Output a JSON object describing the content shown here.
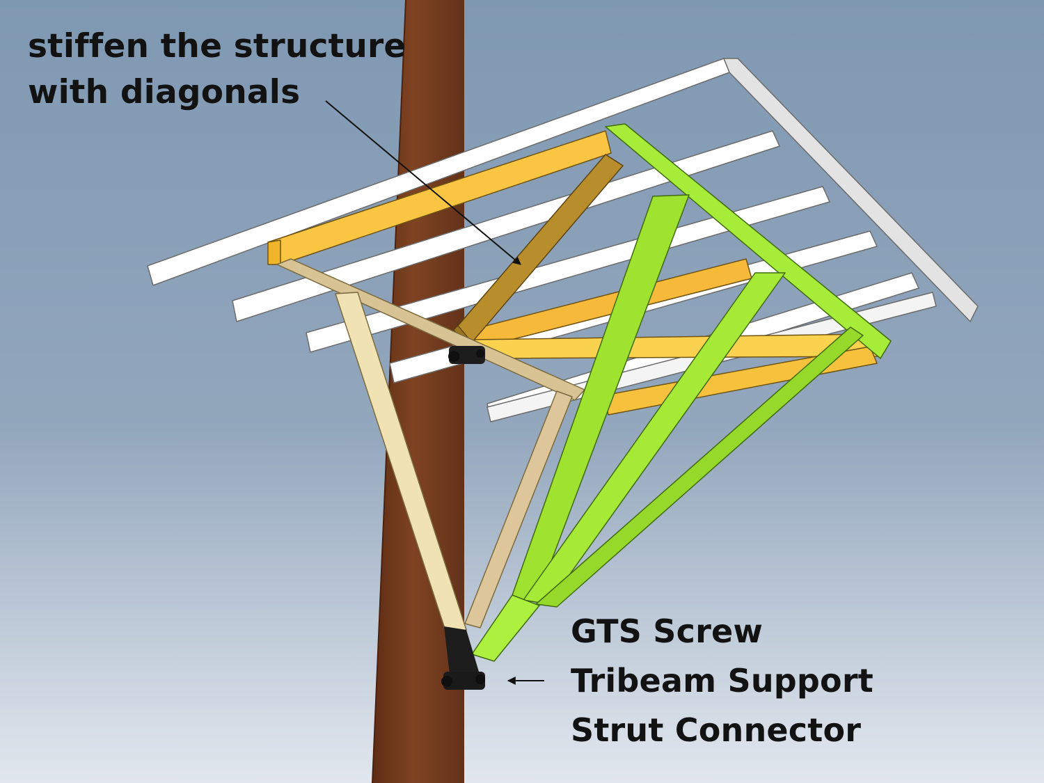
{
  "annotations": {
    "top": {
      "lines": [
        "stiffen the structure",
        "with diagonals"
      ]
    },
    "bottom": {
      "lines": [
        "GTS Screw",
        "Tribeam Support",
        "Strut Connector"
      ]
    }
  },
  "colors": {
    "sky_top": "#7f98b2",
    "sky_bottom": "#e2e7ee",
    "trunk": "#7a3f1f",
    "deck_boards": "#ffffff",
    "frame_yellow": "#f9c542",
    "diagonal_bronze": "#b88d2c",
    "strut_tan": "#e9d7a8",
    "strut_green": "#9fe22f",
    "connector": "#1d1d1d",
    "text": "#121212"
  }
}
